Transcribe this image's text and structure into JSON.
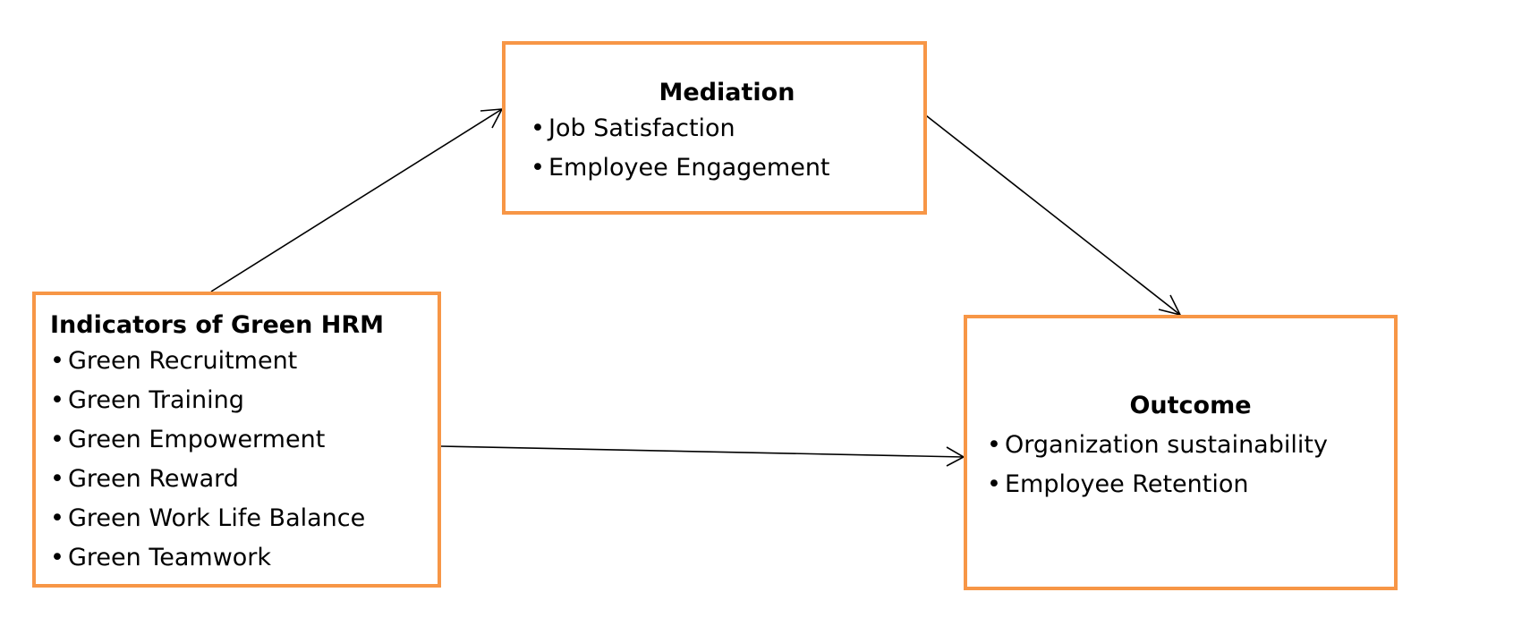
{
  "boxes": {
    "mediation": {
      "title": "Mediation",
      "items": [
        "Job Satisfaction",
        "Employee Engagement"
      ]
    },
    "indicators": {
      "title": "Indicators of Green HRM",
      "items": [
        "Green Recruitment",
        "Green Training",
        "Green Empowerment",
        "Green Reward",
        "Green Work Life Balance",
        "Green Teamwork"
      ]
    },
    "outcome": {
      "title": "Outcome",
      "items": [
        "Organization sustainability",
        "Employee Retention"
      ]
    }
  },
  "bullet_symbol": "•",
  "colors": {
    "box_border": "#f79646",
    "arrow": "#000000"
  }
}
